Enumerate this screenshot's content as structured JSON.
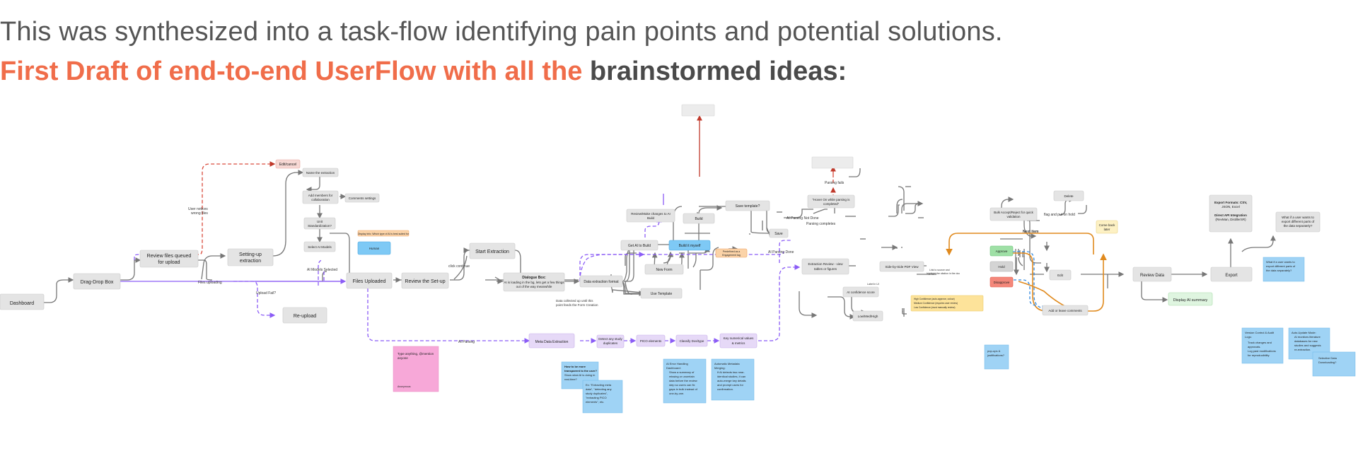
{
  "header": {
    "line1": "This was synthesized into a task-flow identifying pain points and potential solutions.",
    "line2_highlight": "First Draft of end-to-end UserFlow with all the",
    "line2_rest": "brainstormed ideas:"
  },
  "colors": {
    "accent_orange": "#f06d4a",
    "heading_gray": "#555555",
    "node_fill": "#e6e6e6",
    "purple_flow": "#8b5cf6",
    "red_flow": "#c0392b",
    "sticky_blue": "#9fd3f5",
    "sticky_pink": "#f7a8d8",
    "sticky_yellow": "#fbe8a6"
  },
  "nodes": [
    {
      "id": "dashboard",
      "lines": [
        "Dashboard"
      ]
    },
    {
      "id": "dragdrop",
      "lines": [
        "Drag-Drop Box"
      ]
    },
    {
      "id": "reviewfiles",
      "lines": [
        "Review files queued",
        "for upload"
      ]
    },
    {
      "id": "settingup",
      "lines": [
        "Setting-up",
        "extraction"
      ]
    },
    {
      "id": "editcancel",
      "lines": [
        "Edit/cancel"
      ]
    },
    {
      "id": "filesuploaded",
      "lines": [
        "Files Uploaded"
      ]
    },
    {
      "id": "reupload",
      "lines": [
        "Re-upload"
      ]
    },
    {
      "id": "reviewsetup",
      "lines": [
        "Review the Set-up"
      ]
    },
    {
      "id": "startextraction",
      "lines": [
        "Start Extraction"
      ]
    },
    {
      "id": "dialoguebox",
      "lines": [
        "Dialogue Box:",
        "AI is loading in the bg, lets get a few things",
        "out of the way meanwhile"
      ]
    },
    {
      "id": "dataformat",
      "lines": [
        "Data extraction format"
      ]
    },
    {
      "id": "newform",
      "lines": [
        "New Form"
      ]
    },
    {
      "id": "usetemplate",
      "lines": [
        "Use Template"
      ]
    },
    {
      "id": "getai",
      "lines": [
        "Get AI to Build"
      ]
    },
    {
      "id": "reviewmake",
      "lines": [
        "Review/Make changes to AI",
        "Build"
      ]
    },
    {
      "id": "build",
      "lines": [
        "Build"
      ]
    },
    {
      "id": "buildmyself",
      "lines": [
        "Build it myself"
      ]
    },
    {
      "id": "savetemplate",
      "lines": [
        "Save template?"
      ]
    },
    {
      "id": "savenode",
      "lines": [
        "Save"
      ]
    },
    {
      "id": "metadata",
      "lines": [
        "Meta Data Extraction"
      ]
    },
    {
      "id": "detectdup",
      "lines": [
        "Detect any study",
        "duplicates"
      ]
    },
    {
      "id": "pico",
      "lines": [
        "PICO elements"
      ]
    },
    {
      "id": "classify",
      "lines": [
        "Classify Dos/type"
      ]
    },
    {
      "id": "numerical",
      "lines": [
        "Key numerical values",
        "& metrics"
      ]
    },
    {
      "id": "extractionreview",
      "lines": [
        "Extraction Review - view",
        "tables or figures"
      ]
    },
    {
      "id": "hoveron",
      "lines": [
        "\"Hover On while parsing is",
        "completed\""
      ]
    },
    {
      "id": "aiconfidence",
      "lines": [
        "AI confidence score"
      ]
    },
    {
      "id": "lowmedhigh",
      "lines": [
        "Low/Med/High"
      ]
    },
    {
      "id": "sidebyside",
      "lines": [
        "Side-by-Side PDF View"
      ]
    },
    {
      "id": "bulkaccept",
      "lines": [
        "Bulk Accept/Reject for quick",
        "validation"
      ]
    },
    {
      "id": "approve",
      "lines": [
        "Approve"
      ]
    },
    {
      "id": "hold",
      "lines": [
        "Hold"
      ]
    },
    {
      "id": "disapprove",
      "lines": [
        "Disapprove"
      ]
    },
    {
      "id": "edit",
      "lines": [
        "Edit"
      ]
    },
    {
      "id": "addcomments",
      "lines": [
        "Add or leave comments"
      ]
    },
    {
      "id": "delete",
      "lines": [
        "Delete"
      ]
    },
    {
      "id": "comeback",
      "lines": [
        "Come back",
        "later"
      ]
    },
    {
      "id": "reviewdata",
      "lines": [
        "Review Data"
      ]
    },
    {
      "id": "displayai",
      "lines": [
        "Display AI summary"
      ]
    },
    {
      "id": "export",
      "lines": [
        "Export"
      ]
    },
    {
      "id": "exportformats",
      "lines": [
        "Export Formats: CSV,",
        "JSON, Excel",
        "",
        "Direct API Integration",
        "(RevMan, DistillerSR)"
      ]
    },
    {
      "id": "whatif",
      "lines": [
        "What if a user wants to",
        "export different parts of",
        "the data separately?"
      ]
    },
    {
      "id": "nametheextraction",
      "lines": [
        "Name the extraction"
      ]
    },
    {
      "id": "addmembers",
      "lines": [
        "Add members for",
        "collaboration"
      ]
    },
    {
      "id": "commentsettings",
      "lines": [
        "Comments settings"
      ]
    },
    {
      "id": "unitstd",
      "lines": [
        "Unit",
        "Standardization?"
      ]
    },
    {
      "id": "selectai",
      "lines": [
        "Select AI Models"
      ]
    },
    {
      "id": "human",
      "lines": [
        "Human"
      ]
    },
    {
      "id": "displayinfo",
      "lines": [
        "Display Info: Which type of AI is best suited for"
      ]
    },
    {
      "id": "predefined",
      "lines": [
        "Predefined as a",
        "Engagement tag"
      ]
    }
  ],
  "edge_labels": {
    "files_uploading": "Files uploading",
    "user_notices": [
      "User notices",
      "wrong files"
    ],
    "upload_fail": "Upload Fail?",
    "ai_models_selected": "AI Models Selected",
    "click_continue": "click continue",
    "data_collected": [
      "Data collected up until this",
      "point feeds the Form Creation"
    ],
    "ai_parsing_bottom": "AI Parsing",
    "ai_parsing_done": "AI Parsing Done",
    "ai_parsing_not_done": "AI Parsing Not Done",
    "parsing_fails": "Parsing fails",
    "parsing_completes": "Parsing completes",
    "flag_and_hold": "flag and put on hold",
    "next_item": "Next item",
    "side_note": [
      "Link to source and",
      "highlight the citation in the doc"
    ],
    "label_in_ui": "Label in UI",
    "conf_note": [
      "High Confidence (auto-approve, colour)",
      "Medium Confidence (requires user review)",
      "Low Confidence (must manually review)"
    ]
  },
  "stickies": {
    "pink_note": [
      "Type anything, @mention",
      "anyone"
    ],
    "pink_author": "Anonymous",
    "transparent": [
      "How to be more",
      "transparent to the user?",
      "Show what AI is doing in",
      "real-time?"
    ],
    "extracting": [
      "Ex: \"Extracting meta",
      "data\", \"detecting any",
      "study duplicates\",",
      "\"extracting PICO",
      "elements\", etc."
    ],
    "error_handling": [
      "AI Error Handling",
      "Dashboard:",
      "Show a summary of",
      "missing or uncertain",
      "data before the review",
      "step so users can fix",
      "gaps in bulk instead of",
      "one-by-one."
    ],
    "metadata_merging": [
      "Automatic Metadata",
      "Merging:",
      "If AI detects two near-",
      "identical studies, it can",
      "auto-merge key details",
      "and prompt users for",
      "confirmation."
    ],
    "popups": [
      "pop-ups &",
      "justifications?"
    ],
    "version_control": [
      "Version Control & Audit",
      "Logs:",
      "Track changes and",
      "approvals.",
      "Log past modifications",
      "for reproducibility."
    ],
    "auto_update": [
      "Auto-Update Mode:",
      "AI monitors literature",
      "databases for new",
      "studies and suggests",
      "re-extraction."
    ],
    "selective_data": [
      "Selective Data",
      "Downloading?"
    ],
    "export_separately": [
      "What if a user wants to",
      "export different parts of",
      "the data separately?"
    ]
  }
}
